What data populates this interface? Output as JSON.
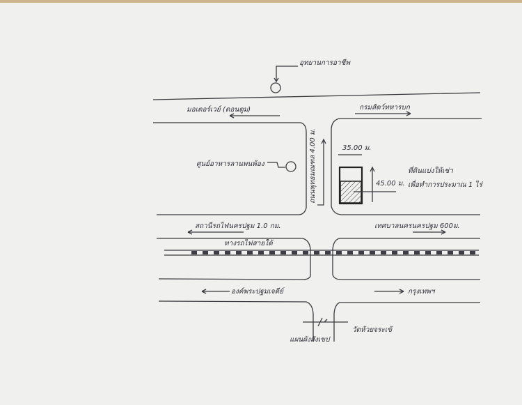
{
  "title": "แผนผังสังเขป",
  "landmarks": {
    "career_park": "อุทยานการอาชีพ",
    "food_center": "ศูนย์อาหารลานพนพ้อง",
    "wat": "วัดห้วยจระเข้"
  },
  "roads": {
    "top_left": "มอเตอร์เวย์ (ดอนตูม)",
    "top_right": "กรมสัตว์ทหารบก",
    "vertical": "ถนนพุทธมณฑล 4.00 ม.",
    "mid_left": "สถานีรถไฟนครปฐม 1.0 กม.",
    "mid_right": "เทศบาลนครนครปฐม 600ม.",
    "railway": "ทางรถไฟสายใต้",
    "bottom_left": "องค์พระปฐมเจดีย์",
    "bottom_right": "กรุงเทพฯ"
  },
  "plot": {
    "width": "35.00 ม.",
    "length": "45.00 ม.",
    "note_line1": "ที่ดินแบ่งให้เช่า",
    "note_line2": "เพื่อทำการประมาณ 1 ไร่"
  }
}
